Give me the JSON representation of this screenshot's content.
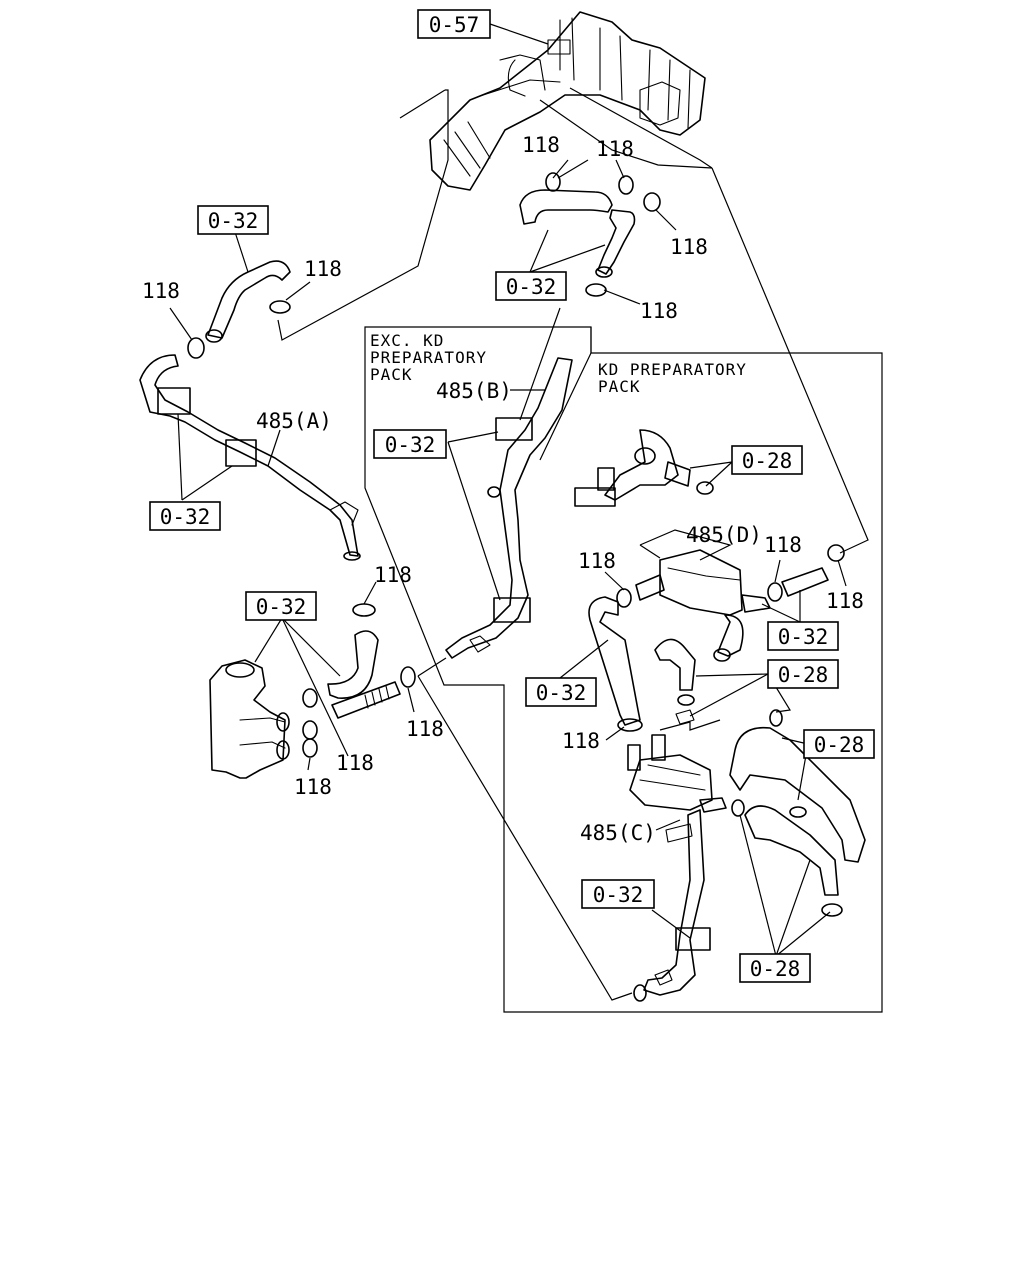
{
  "diagram": {
    "notes": {
      "exc_kd_pack": [
        "EXC. KD",
        "PREPARATORY",
        "PACK"
      ],
      "kd_pack": [
        "KD PREPARATORY",
        "PACK"
      ]
    },
    "refs": {
      "r057": "0-57",
      "r032": "0-32",
      "r028": "0-28"
    },
    "parts": {
      "clamp": "118",
      "pipe_a": "485(A)",
      "pipe_b": "485(B)",
      "pipe_c": "485(C)",
      "pipe_d": "485(D)"
    }
  }
}
